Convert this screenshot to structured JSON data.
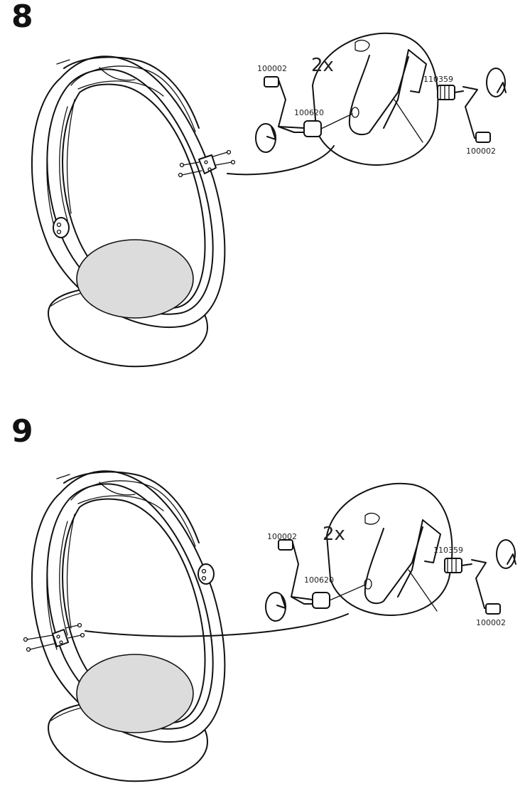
{
  "steps": [
    {
      "number": "8",
      "quantity": "2x",
      "parts": {
        "allen_key_left": "100002",
        "dowel": "100620",
        "bolt": "110359",
        "allen_key_right": "100002"
      }
    },
    {
      "number": "9",
      "quantity": "2x",
      "parts": {
        "allen_key_left": "100002",
        "dowel": "100620",
        "bolt": "110359",
        "allen_key_right": "100002"
      }
    }
  ]
}
